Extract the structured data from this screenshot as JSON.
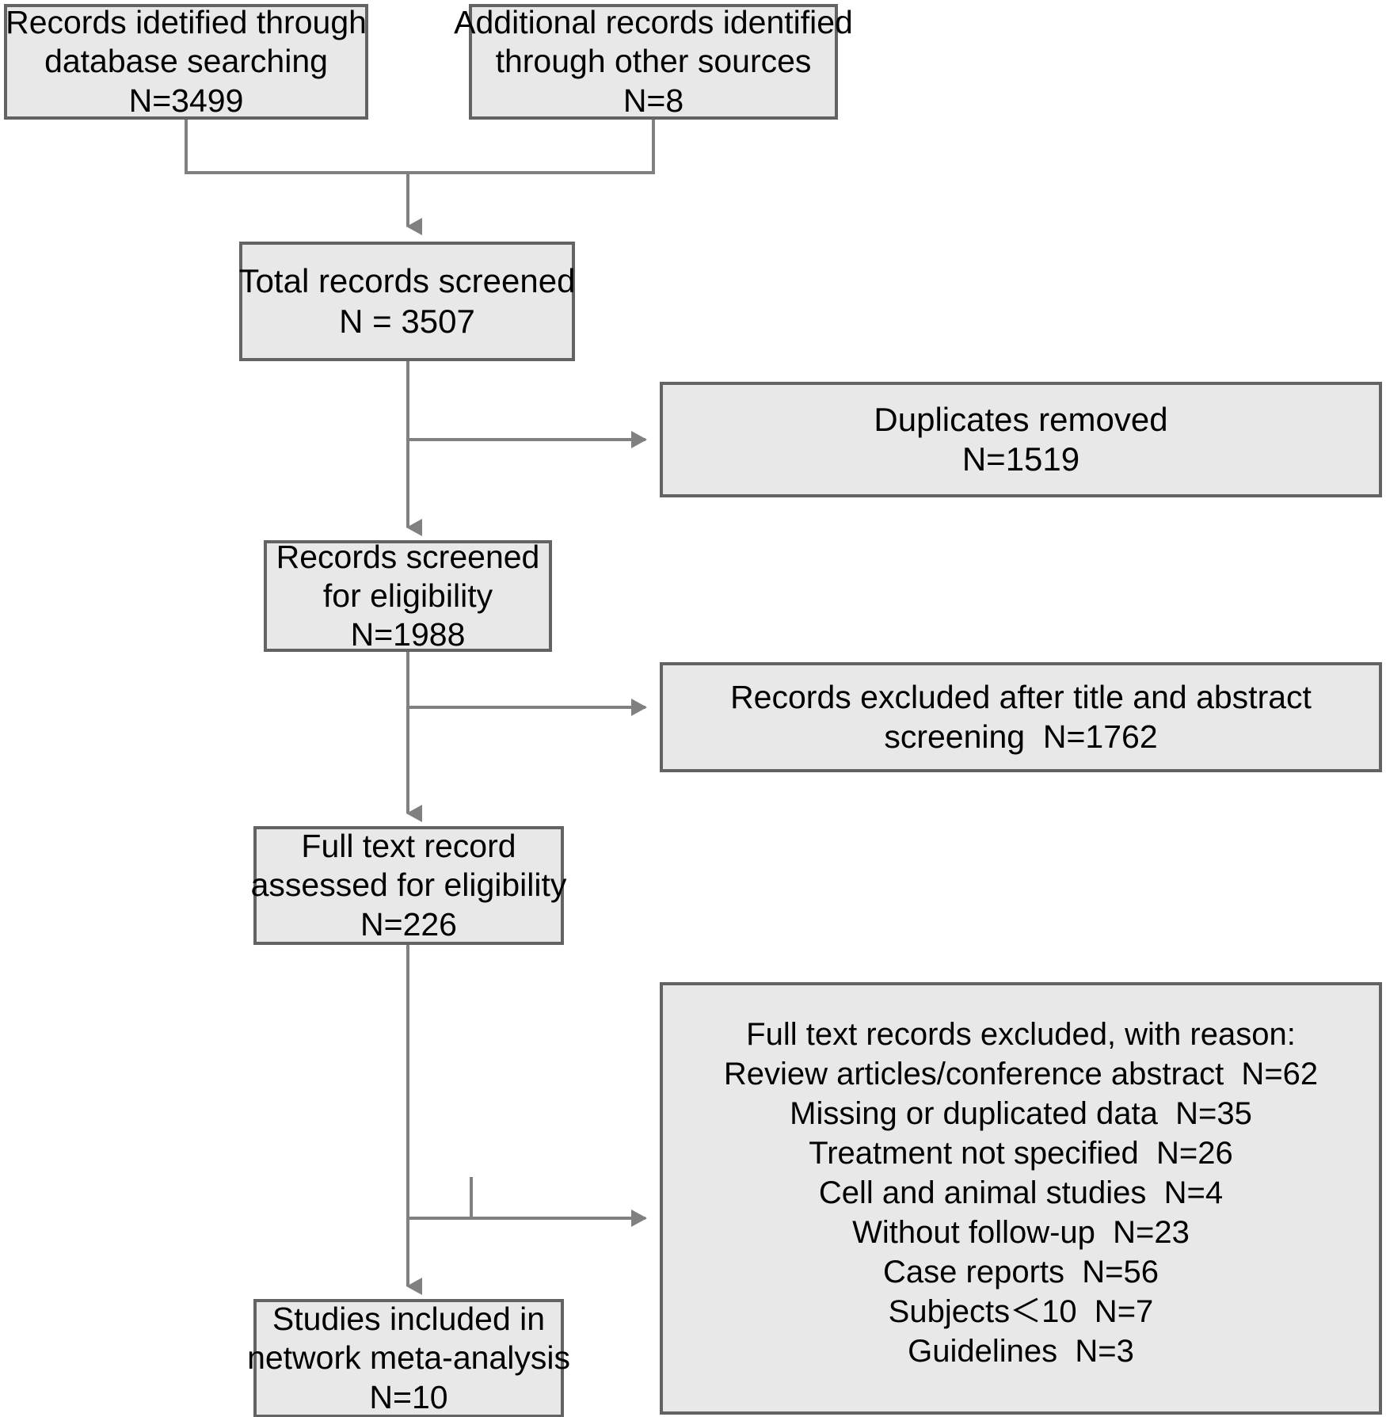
{
  "diagram": {
    "type": "prisma-flow-diagram",
    "title": "",
    "colors": {
      "box_fill": "#e8e8e8",
      "box_border": "#636363",
      "connector": "#808080",
      "text": "#000000",
      "background": "#ffffff"
    },
    "nodes": {
      "database_records": {
        "lines": [
          "Records idetified through",
          "database searching",
          "N=3499"
        ],
        "count": 3499
      },
      "other_sources_records": {
        "lines": [
          "Additional records identified",
          "through other sources",
          "N=8"
        ],
        "count": 8
      },
      "total_screened": {
        "lines": [
          "Total records screened",
          "N = 3507"
        ],
        "count": 3507
      },
      "duplicates_removed": {
        "lines": [
          "Duplicates removed",
          "N=1519"
        ],
        "count": 1519
      },
      "screened_eligibility": {
        "lines": [
          "Records screened",
          "for eligibility",
          "N=1988"
        ],
        "count": 1988
      },
      "excluded_title_abstract": {
        "lines": [
          "Records excluded after title and abstract",
          "screening  N=1762"
        ],
        "count": 1762
      },
      "full_text_assessed": {
        "lines": [
          "Full text record",
          "assessed for eligibility",
          "N=226"
        ],
        "count": 226
      },
      "full_text_excluded": {
        "lines": [
          "Full text records excluded, with reason:",
          "Review articles/conference abstract  N=62",
          "Missing or duplicated data  N=35",
          "Treatment not specified  N=26",
          "Cell and animal studies  N=4",
          "Without follow-up  N=23",
          "Case reports  N=56",
          "Subjects＜10  N=7",
          "Guidelines  N=3"
        ],
        "reasons": [
          {
            "label": "Review articles/conference abstract",
            "count": 62
          },
          {
            "label": "Missing or duplicated data",
            "count": 35
          },
          {
            "label": "Treatment not specified",
            "count": 26
          },
          {
            "label": "Cell and animal studies",
            "count": 4
          },
          {
            "label": "Without follow-up",
            "count": 23
          },
          {
            "label": "Case reports",
            "count": 56
          },
          {
            "label": "Subjects＜10",
            "count": 7
          },
          {
            "label": "Guidelines",
            "count": 3
          }
        ]
      },
      "studies_included": {
        "lines": [
          "Studies included in",
          "network meta-analysis",
          "N=10"
        ],
        "count": 10
      }
    }
  }
}
